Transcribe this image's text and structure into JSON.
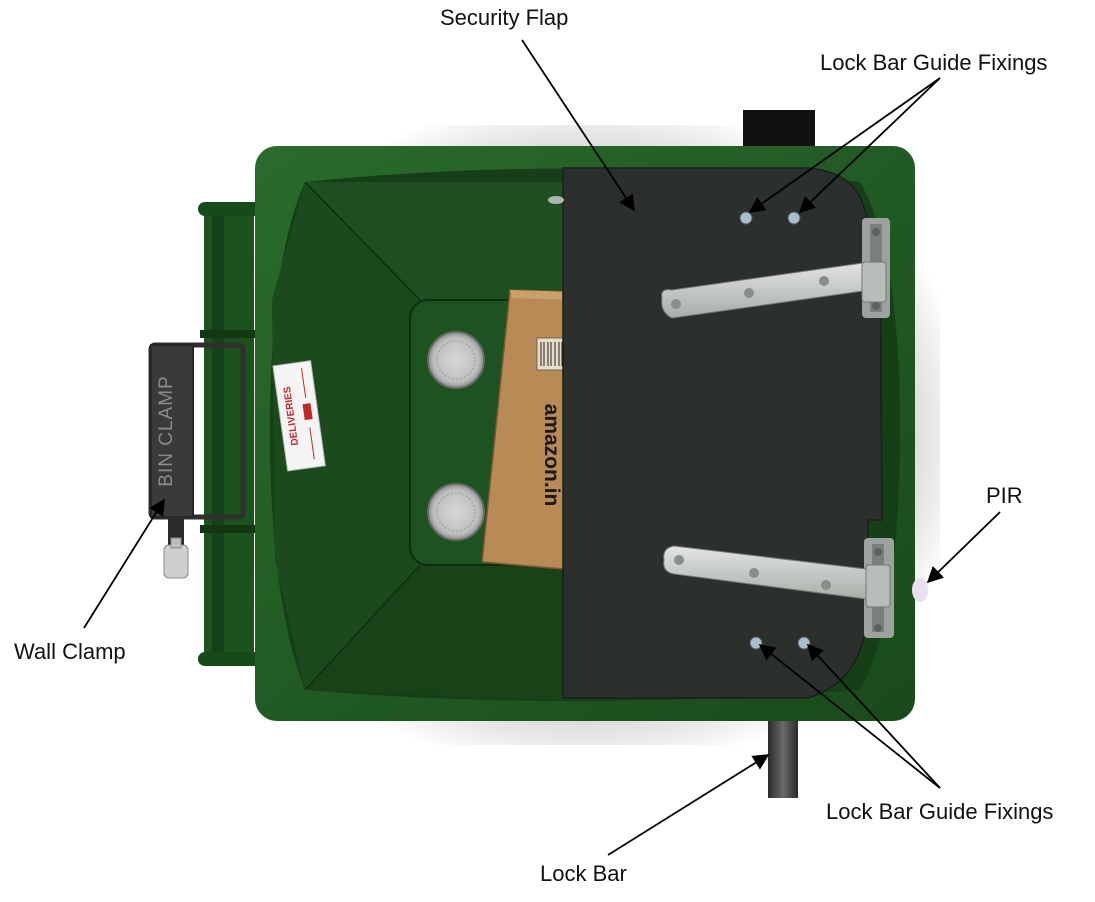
{
  "callouts": {
    "security_flap": "Security Flap",
    "lock_bar_guide_fixings_top": "Lock Bar Guide Fixings",
    "lock_bar_guide_fixings_bottom": "Lock Bar Guide Fixings",
    "pir": "PIR",
    "wall_clamp": "Wall Clamp",
    "lock_bar": "Lock Bar"
  },
  "clamp": {
    "embossed_text": "BIN CLAMP"
  },
  "sign": {
    "title": "DELIVERIES"
  },
  "parcel": {
    "brand_text": "amazon.in"
  },
  "colors": {
    "bin_green": "#1f5a22",
    "bin_dark": "#133815",
    "flap": "#2c302c",
    "hinge": "#c8ccc8",
    "sign_red": "#c0282a"
  }
}
